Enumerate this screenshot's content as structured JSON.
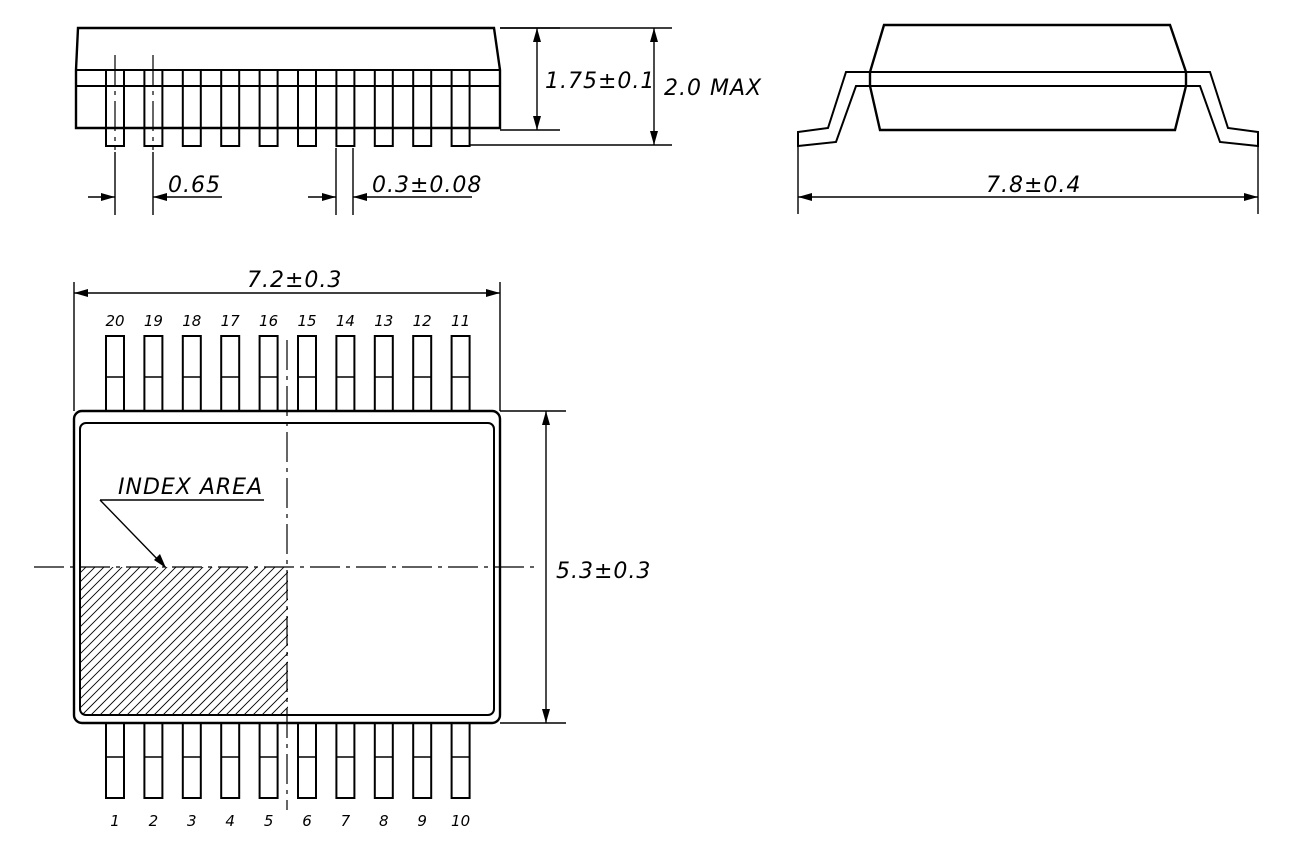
{
  "dimensions": {
    "pitch": "0.65",
    "lead_width": "0.3±0.08",
    "body_height": "1.75±0.1",
    "max_height": "2.0 MAX",
    "overall_width": "7.8±0.4",
    "body_length": "7.2±0.3",
    "body_width": "5.3±0.3"
  },
  "labels": {
    "index_area": "INDEX AREA"
  },
  "pins_top": [
    "20",
    "19",
    "18",
    "17",
    "16",
    "15",
    "14",
    "13",
    "12",
    "11"
  ],
  "pins_bottom": [
    "1",
    "2",
    "3",
    "4",
    "5",
    "6",
    "7",
    "8",
    "9",
    "10"
  ]
}
